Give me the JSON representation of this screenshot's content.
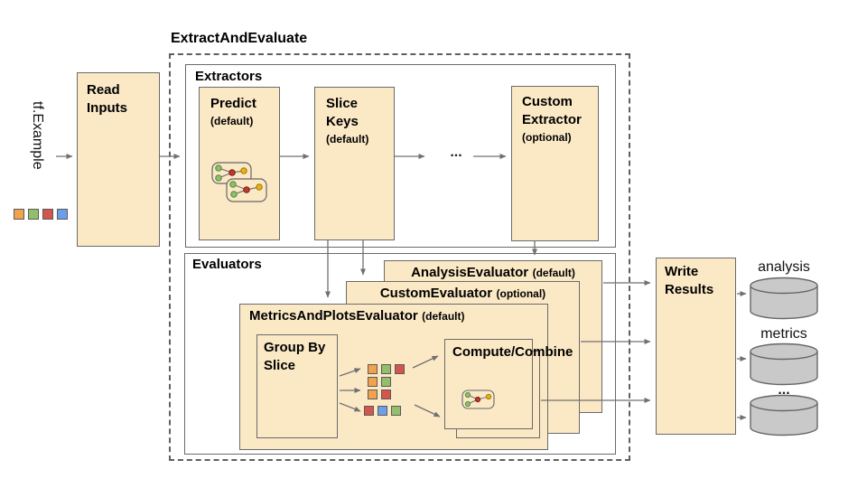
{
  "title": "ExtractAndEvaluate",
  "input": {
    "label": "tf.Example",
    "squares": [
      "orange",
      "green",
      "red",
      "blue"
    ]
  },
  "read_inputs": {
    "label": "Read Inputs"
  },
  "extractors": {
    "label": "Extractors",
    "predict": {
      "name": "Predict",
      "qualifier": "(default)"
    },
    "slice_keys": {
      "name": "Slice Keys",
      "qualifier": "(default)"
    },
    "ellipsis": "...",
    "custom": {
      "name": "Custom Extractor",
      "qualifier": "(optional)"
    }
  },
  "evaluators": {
    "label": "Evaluators",
    "analysis": {
      "name": "AnalysisEvaluator",
      "qualifier": "(default)"
    },
    "custom": {
      "name": "CustomEvaluator",
      "qualifier": "(optional)"
    },
    "metrics_and_plots": {
      "name": "MetricsAndPlotsEvaluator",
      "qualifier": "(default)",
      "group_by_slice": "Group By Slice",
      "compute_combine": "Compute/Combine",
      "slice_grid": [
        [
          "orange",
          "green",
          "red"
        ],
        [
          "orange",
          "green"
        ],
        [
          "orange",
          "red"
        ],
        [
          "red",
          "blue",
          "green"
        ]
      ]
    }
  },
  "write_results": {
    "label": "Write Results"
  },
  "outputs": {
    "analysis": "analysis",
    "metrics": "metrics",
    "ellipsis": "..."
  },
  "colors": {
    "box_fill": "#FBE9C6",
    "box_border": "#6A6A6A",
    "arrow": "#707070",
    "cylinder_fill": "#C9C9C9",
    "cylinder_border": "#666666",
    "square_orange": "#F0A24D",
    "square_green": "#93BE6C",
    "square_red": "#D4554E",
    "square_blue": "#6D9EEB",
    "node_red": "#C03A2B",
    "node_yellow": "#E8B31A",
    "node_green": "#93BE6C"
  }
}
